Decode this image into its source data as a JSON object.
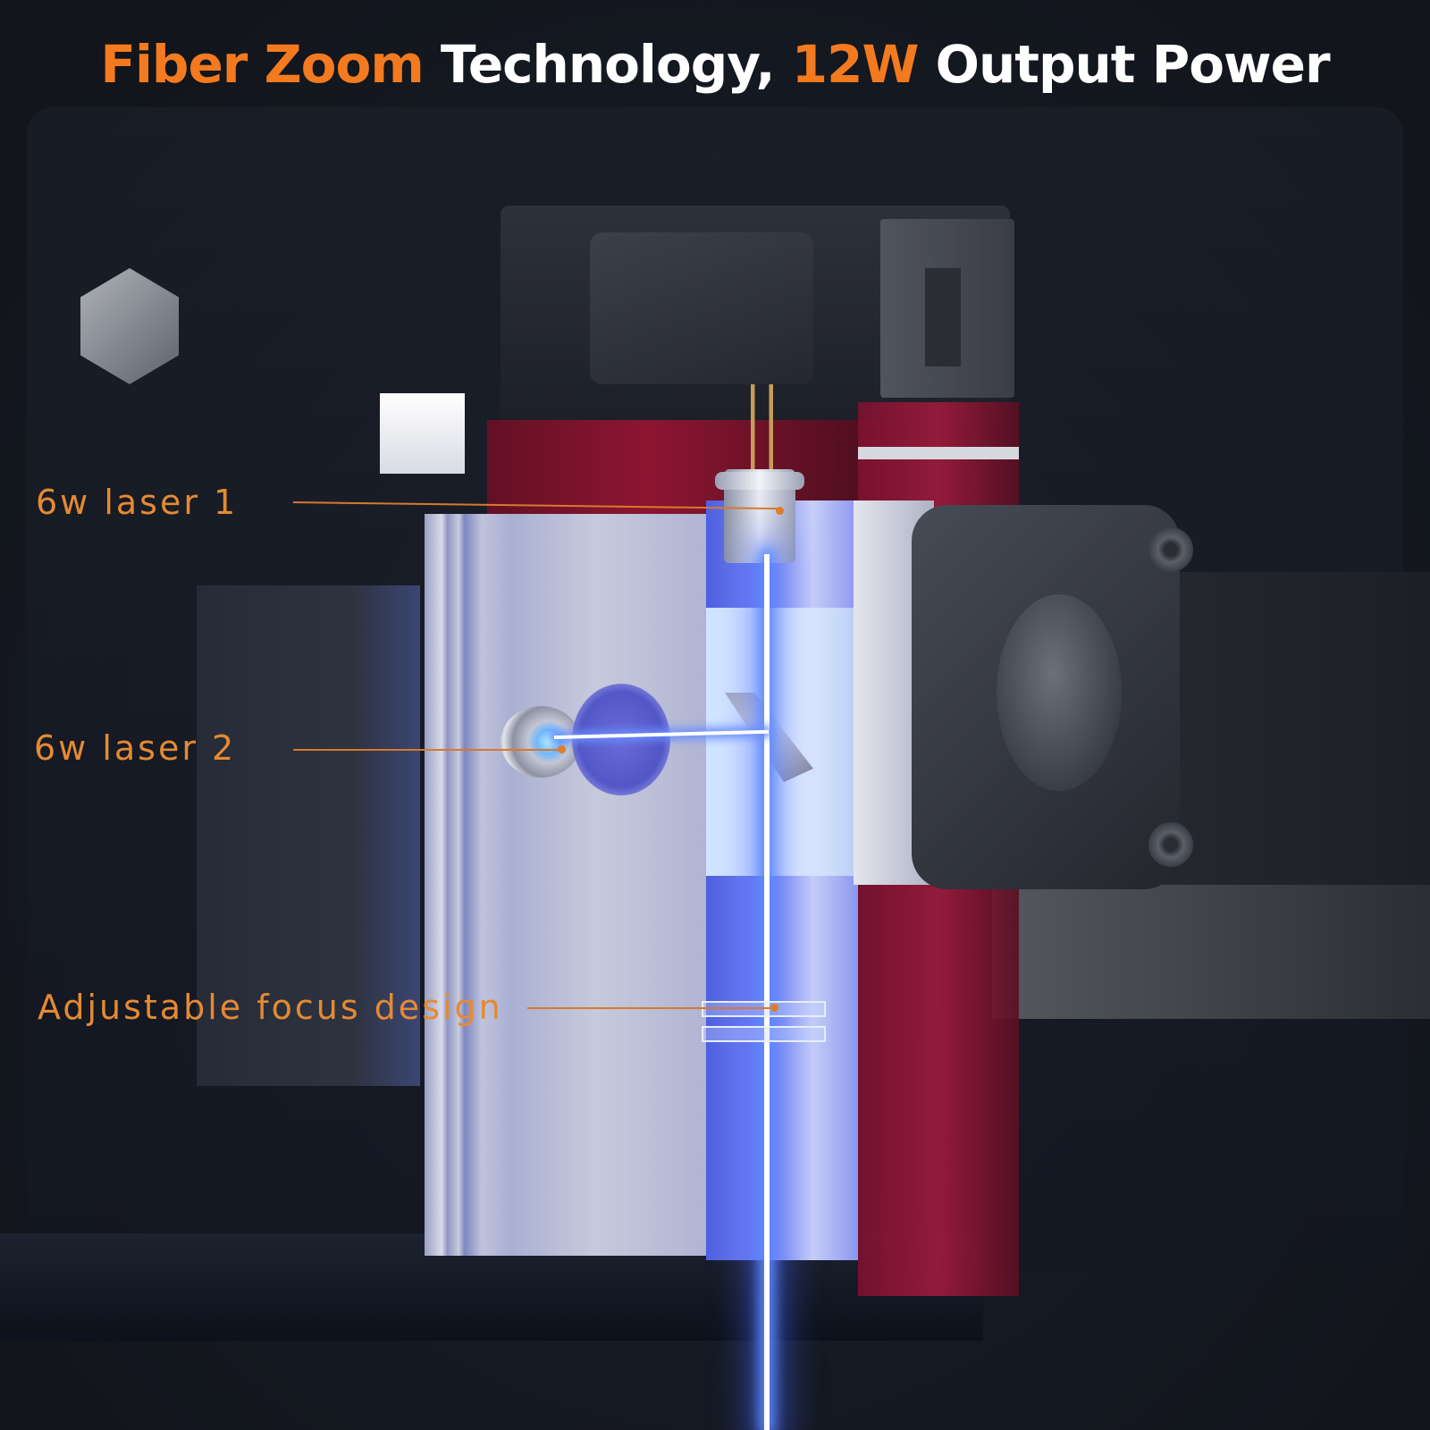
{
  "headline": {
    "part1": "Fiber Zoom",
    "part2": " Technology, ",
    "part3": "12W",
    "part4": " Output Power"
  },
  "colors": {
    "accent": "#f47a1f",
    "headline_white": "#ffffff",
    "callout": "#e58a33",
    "laser_beam": "#5d8bff",
    "background": "#16191f"
  },
  "callouts": [
    {
      "label": "6w laser 1",
      "target": "laser-diode-1"
    },
    {
      "label": "6w laser 2",
      "target": "laser-diode-2"
    },
    {
      "label": "Adjustable focus design",
      "target": "focus-lens-rings"
    }
  ],
  "illustration": {
    "subject": "dual-laser module",
    "icons": [
      "laser-diode-icon",
      "cooling-fan-icon",
      "heatsink-icon",
      "mirror-icon",
      "focus-lens-icon"
    ]
  }
}
